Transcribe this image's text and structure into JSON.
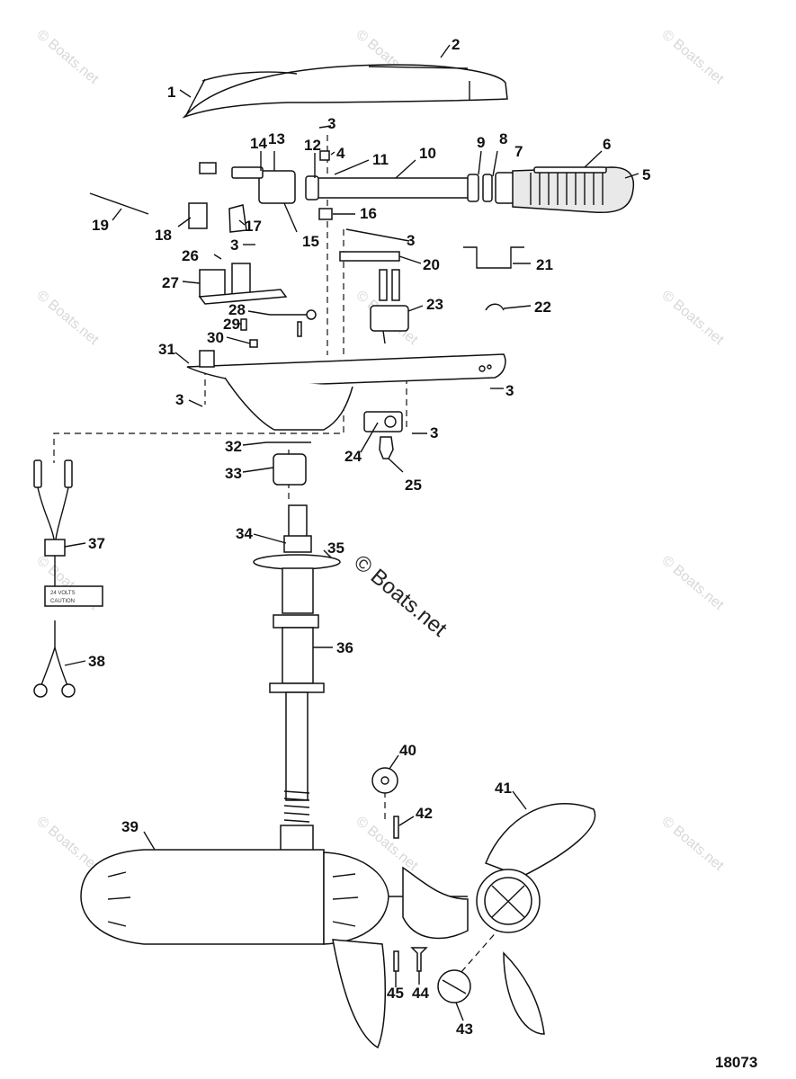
{
  "diagram_number": "18073",
  "watermark": "© Boats.net",
  "part_callouts": [
    "1",
    "2",
    "3",
    "4",
    "5",
    "6",
    "7",
    "8",
    "9",
    "10",
    "11",
    "12",
    "13",
    "14",
    "15",
    "16",
    "17",
    "18",
    "19",
    "20",
    "21",
    "22",
    "23",
    "24",
    "25",
    "26",
    "27",
    "28",
    "29",
    "30",
    "31",
    "32",
    "33",
    "34",
    "35",
    "36",
    "37",
    "38",
    "39",
    "40",
    "41",
    "42",
    "43",
    "44",
    "45"
  ],
  "tag_text": {
    "line1": "24 VOLTS",
    "line2": "CAUTION"
  }
}
